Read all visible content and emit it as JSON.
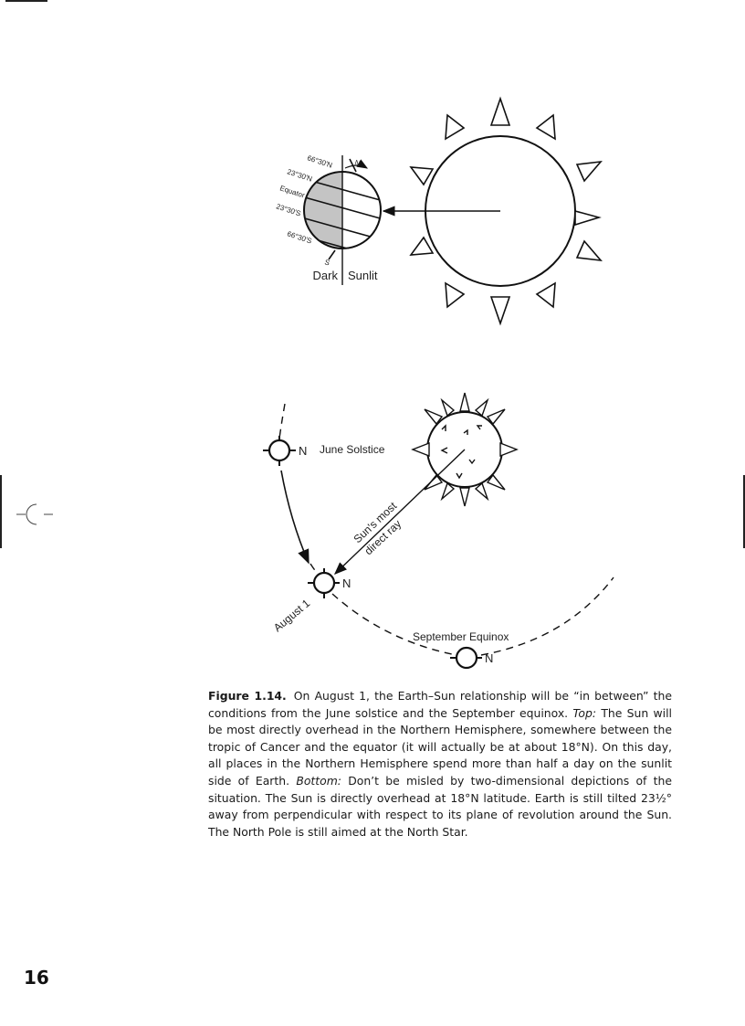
{
  "top_diagram": {
    "latitudes": [
      "66°30'N",
      "23°30'N",
      "Equator",
      "23°30'S",
      "66°30'S"
    ],
    "pole_north": "N",
    "pole_south": "S",
    "dark_label": "Dark",
    "sunlit_label": "Sunlit"
  },
  "bottom_diagram": {
    "june_solstice_label": "June Solstice",
    "north_marker": "N",
    "suns_ray_line1": "Sun's most",
    "suns_ray_line2": "direct ray",
    "august_label": "August 1",
    "september_label": "September Equinox"
  },
  "caption": {
    "fig_label": "Figure 1.14.",
    "part1": "On August 1, the Earth–Sun relationship will be “in between” the conditions from the June solstice and the September equinox. ",
    "top_label": "Top:",
    "part2": " The Sun will be most directly overhead in the Northern Hemisphere, somewhere between the tropic of Cancer and the equator (it will actually be at about 18°N). On this day, all places in the Northern Hemisphere spend more than half a day on the sunlit side of Earth. ",
    "bottom_label": "Bottom:",
    "part3": " Don’t be misled by two-dimensional depictions of the situation. The Sun is directly overhead at 18°N latitude. Earth is still tilted 23½° away from perpendicular with respect to its plane of revolution around the Sun. The North Pole is still aimed at the North Star."
  },
  "page_number": "16"
}
